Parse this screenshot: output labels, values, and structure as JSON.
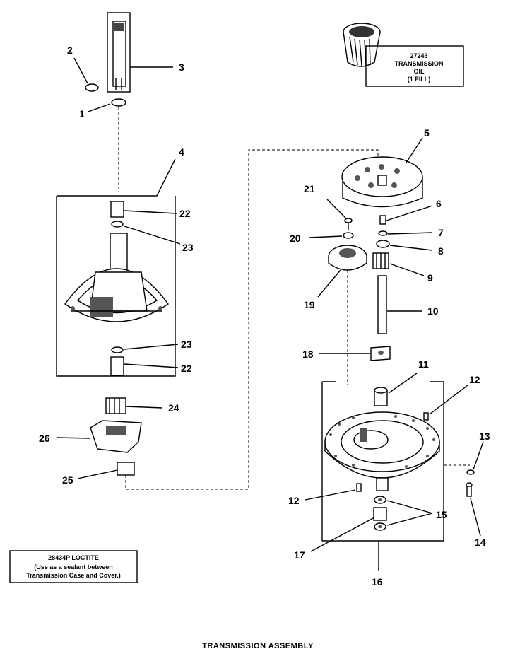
{
  "title": "TRANSMISSION ASSEMBLY",
  "notes": {
    "oil": [
      "27243",
      "TRANSMISSION",
      "OIL",
      "(1 FILL)"
    ],
    "loctite": [
      "28434P LOCTITE",
      "(Use as a sealant between",
      "Transmission Case and Cover.)"
    ]
  },
  "callouts": {
    "c1": "1",
    "c2": "2",
    "c3": "3",
    "c4": "4",
    "c5": "5",
    "c6": "6",
    "c7": "7",
    "c8": "8",
    "c9": "9",
    "c10": "10",
    "c11": "11",
    "c12a": "12",
    "c12b": "12",
    "c13": "13",
    "c14": "14",
    "c15": "15",
    "c16": "16",
    "c17": "17",
    "c18": "18",
    "c19": "19",
    "c20": "20",
    "c21": "21",
    "c22a": "22",
    "c22b": "22",
    "c23a": "23",
    "c23b": "23",
    "c24": "24",
    "c25": "25",
    "c26": "26"
  }
}
